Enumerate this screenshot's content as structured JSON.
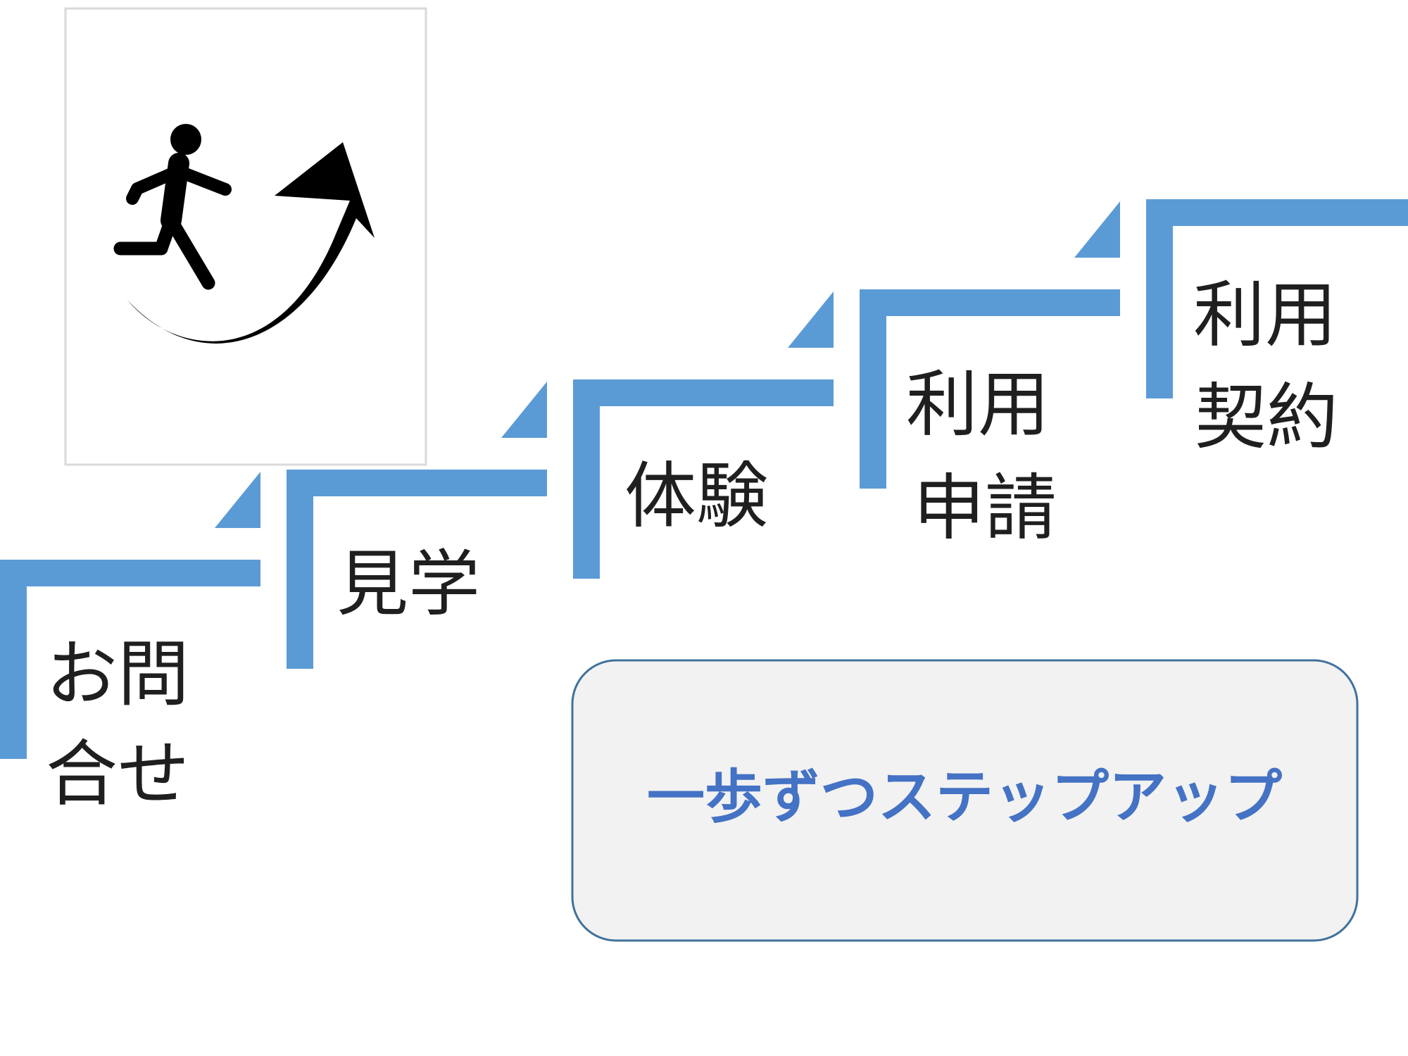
{
  "colors": {
    "step": "#5b9bd5",
    "banner_border": "#41719c",
    "banner_fill": "#f2f2f2",
    "banner_text": "#4472c4",
    "label_text": "#1f1f1f"
  },
  "icon": {
    "name": "person-climbing-arrow-icon"
  },
  "steps": [
    {
      "line1": "お問",
      "line2": "合せ"
    },
    {
      "line1": "見学",
      "line2": ""
    },
    {
      "line1": "体験",
      "line2": ""
    },
    {
      "line1": "利用",
      "line2": "申請"
    },
    {
      "line1": "利用",
      "line2": "契約"
    }
  ],
  "banner": {
    "text": "一歩ずつステップアップ"
  }
}
